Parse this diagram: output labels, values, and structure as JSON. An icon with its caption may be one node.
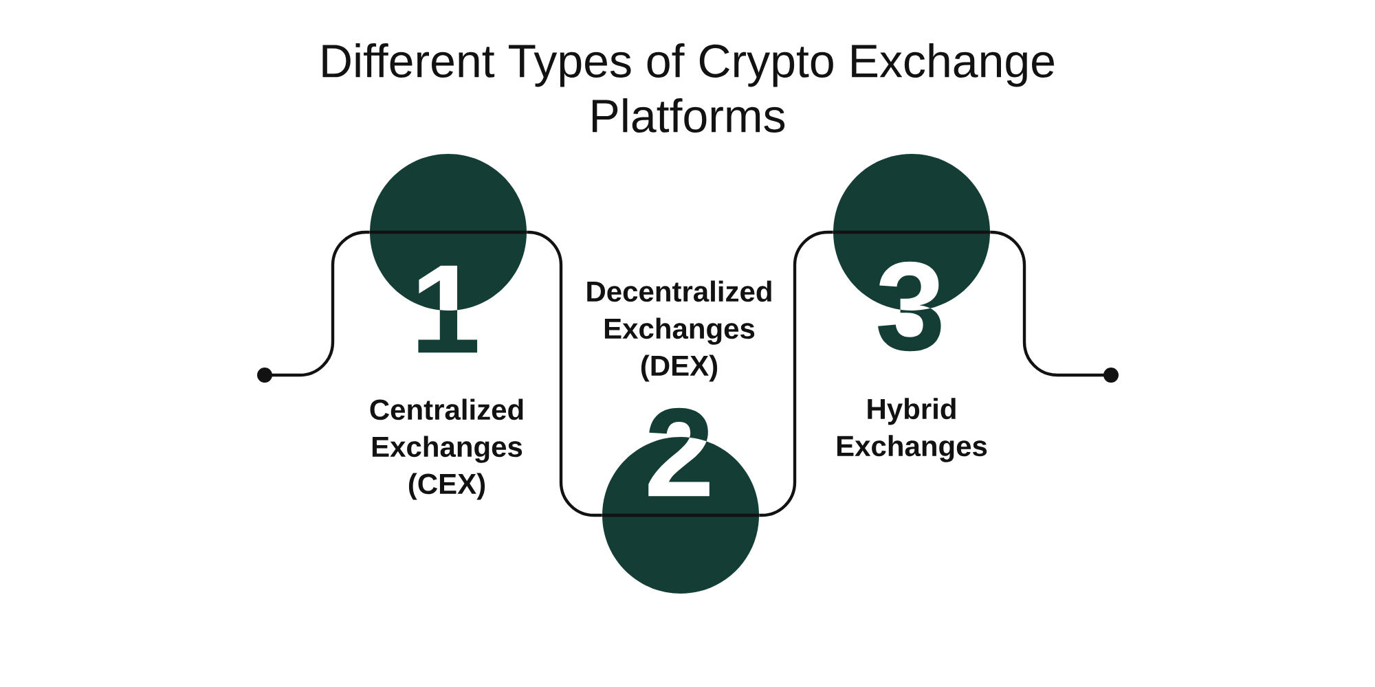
{
  "diagram": {
    "title": "Different Types of Crypto Exchange Platforms",
    "nodes": [
      {
        "text": [
          "1"
        ],
        "beside": [
          "Centralized Exchanges (CEX)"
        ]
      },
      {
        "text": [
          "2"
        ],
        "beside": [
          "Decentralized Exchanges (DEX)"
        ]
      },
      {
        "text": [
          "3"
        ],
        "beside": [
          "Hybrid Exchanges"
        ]
      }
    ],
    "edges": [
      {
        "from": null,
        "to": 0,
        "arrow": "other"
      },
      {
        "from": 0,
        "to": 1,
        "arrow": "none"
      },
      {
        "from": 1,
        "to": 2,
        "arrow": "none"
      },
      {
        "from": 2,
        "to": null,
        "arrow": "other"
      }
    ]
  }
}
